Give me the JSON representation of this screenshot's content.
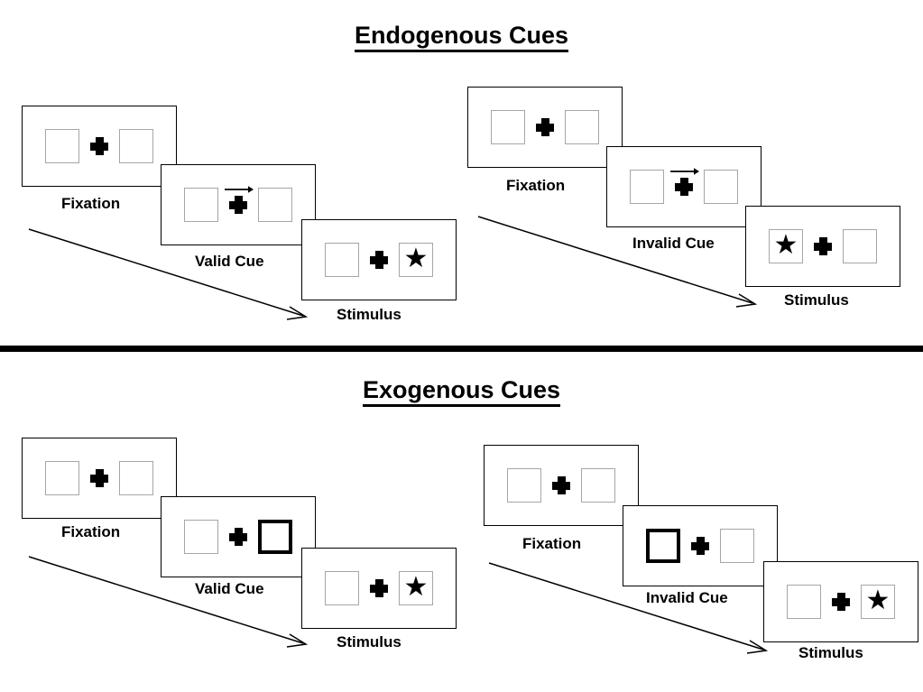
{
  "figure": {
    "title_top": "Endogenous Cues",
    "title_bottom": "Exogenous Cues"
  },
  "sections": [
    {
      "id": "endogenous",
      "title": "Endogenous Cues",
      "panels": [
        {
          "id": "endogenous-valid",
          "frames": [
            {
              "label": "Fixation",
              "left_cell": "empty",
              "right_cell": "empty",
              "center": "fixation-cross",
              "cue": "none"
            },
            {
              "label": "Valid Cue",
              "left_cell": "empty",
              "right_cell": "empty",
              "center": "fixation-cross",
              "cue": "arrow-right"
            },
            {
              "label": "Stimulus",
              "left_cell": "empty",
              "right_cell": "star",
              "center": "fixation-cross",
              "cue": "none"
            }
          ]
        },
        {
          "id": "endogenous-invalid",
          "frames": [
            {
              "label": "Fixation",
              "left_cell": "empty",
              "right_cell": "empty",
              "center": "fixation-cross",
              "cue": "none"
            },
            {
              "label": "Invalid Cue",
              "left_cell": "empty",
              "right_cell": "empty",
              "center": "fixation-cross",
              "cue": "arrow-right"
            },
            {
              "label": "Stimulus",
              "left_cell": "star",
              "right_cell": "empty",
              "center": "fixation-cross",
              "cue": "none"
            }
          ]
        }
      ]
    },
    {
      "id": "exogenous",
      "title": "Exogenous Cues",
      "panels": [
        {
          "id": "exogenous-valid",
          "frames": [
            {
              "label": "Fixation",
              "left_cell": "empty",
              "right_cell": "empty",
              "center": "fixation-cross",
              "cue": "none"
            },
            {
              "label": "Valid Cue",
              "left_cell": "empty",
              "right_cell": "highlight",
              "center": "fixation-cross",
              "cue": "none"
            },
            {
              "label": "Stimulus",
              "left_cell": "empty",
              "right_cell": "star",
              "center": "fixation-cross",
              "cue": "none"
            }
          ]
        },
        {
          "id": "exogenous-invalid",
          "frames": [
            {
              "label": "Fixation",
              "left_cell": "empty",
              "right_cell": "empty",
              "center": "fixation-cross",
              "cue": "none"
            },
            {
              "label": "Invalid Cue",
              "left_cell": "highlight",
              "right_cell": "empty",
              "center": "fixation-cross",
              "cue": "none"
            },
            {
              "label": "Stimulus",
              "left_cell": "empty",
              "right_cell": "star",
              "center": "fixation-cross",
              "cue": "none"
            }
          ]
        }
      ]
    }
  ],
  "glyphs": {
    "star": "★"
  },
  "colors": {
    "ink": "#000000",
    "cell_border": "#a6a6a6",
    "frame_border": "#000000",
    "background": "#ffffff"
  },
  "labels": {
    "f_ev_1": "Fixation",
    "f_ev_2": "Valid Cue",
    "f_ev_3": "Stimulus",
    "f_ei_1": "Fixation",
    "f_ei_2": "Invalid Cue",
    "f_ei_3": "Stimulus",
    "f_xv_1": "Fixation",
    "f_xv_2": "Valid Cue",
    "f_xv_3": "Stimulus",
    "f_xi_1": "Fixation",
    "f_xi_2": "Invalid Cue",
    "f_xi_3": "Stimulus"
  }
}
